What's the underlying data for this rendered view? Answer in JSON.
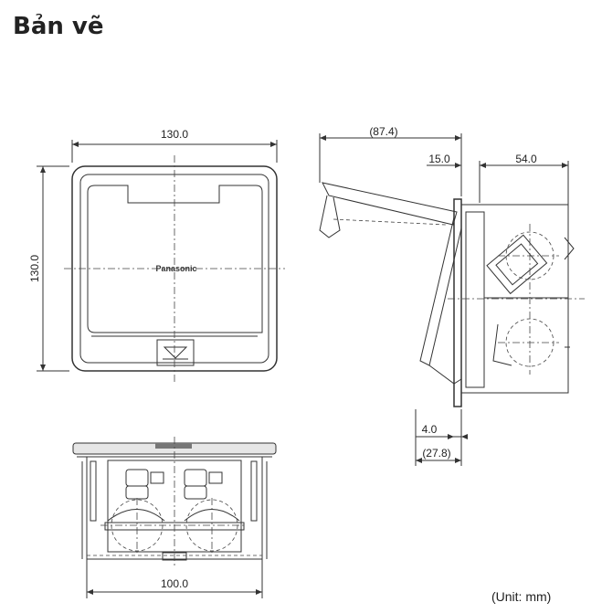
{
  "heading": "Bản vẽ",
  "unit_note": "(Unit: mm)",
  "top_view": {
    "width_label": "130.0",
    "height_label": "130.0",
    "brand": "Panasonic"
  },
  "side_view": {
    "overall_label": "(87.4)",
    "offset_label": "15.0",
    "depth_label": "54.0",
    "flange_label": "4.0",
    "total_label": "(27.8)"
  },
  "front_view": {
    "width_label": "100.0"
  }
}
